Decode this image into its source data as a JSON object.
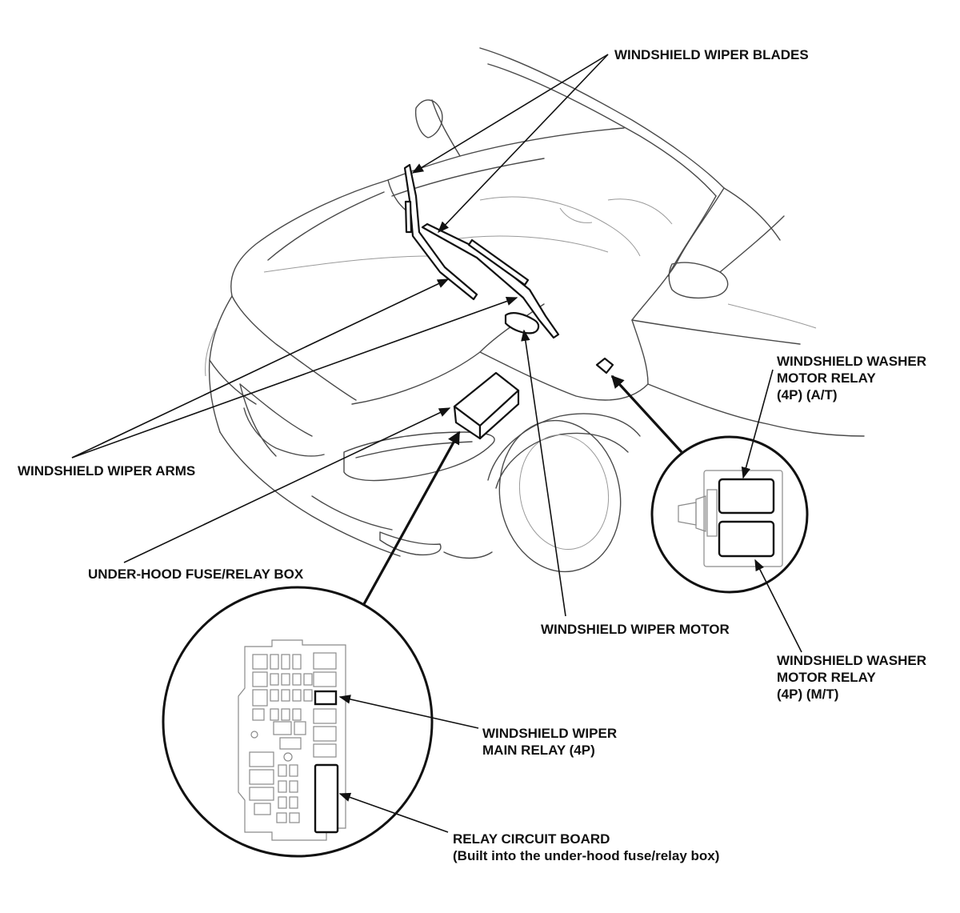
{
  "labels": {
    "wiper_blades": "WINDSHIELD WIPER BLADES",
    "wiper_arms": "WINDSHIELD WIPER ARMS",
    "fuse_relay_box": "UNDER-HOOD FUSE/RELAY BOX",
    "wiper_motor": "WINDSHIELD WIPER MOTOR",
    "washer_relay_at": [
      "WINDSHIELD WASHER",
      "MOTOR RELAY",
      "(4P) (A/T)"
    ],
    "washer_relay_mt": [
      "WINDSHIELD WASHER",
      "MOTOR RELAY",
      "(4P) (M/T)"
    ],
    "main_relay": [
      "WINDSHIELD WIPER",
      "MAIN RELAY (4P)"
    ],
    "relay_board": [
      "RELAY CIRCUIT BOARD",
      "(Built into the under-hood fuse/relay box)"
    ]
  }
}
